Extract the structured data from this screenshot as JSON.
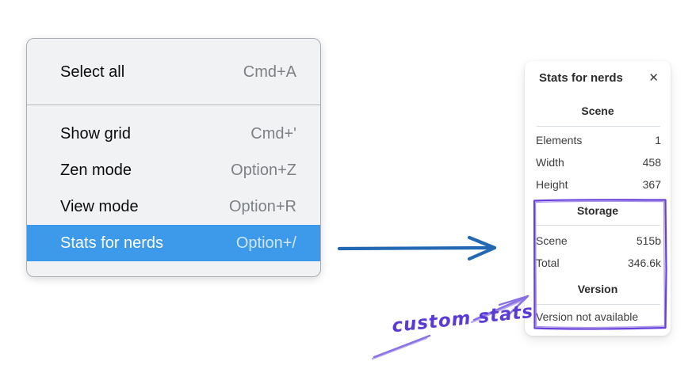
{
  "menu": {
    "sections": [
      {
        "items": [
          {
            "label": "Select all",
            "shortcut": "Cmd+A"
          }
        ]
      },
      {
        "items": [
          {
            "label": "Show grid",
            "shortcut": "Cmd+'"
          },
          {
            "label": "Zen mode",
            "shortcut": "Option+Z"
          },
          {
            "label": "View mode",
            "shortcut": "Option+R"
          },
          {
            "label": "Stats for nerds",
            "shortcut": "Option+/",
            "highlighted": true
          }
        ]
      }
    ],
    "highlight_color": "#3d99e9"
  },
  "stats_panel": {
    "title": "Stats for nerds",
    "close_icon": "✕",
    "sections": [
      {
        "header": "Scene",
        "rows": [
          {
            "label": "Elements",
            "value": "1"
          },
          {
            "label": "Width",
            "value": "458"
          },
          {
            "label": "Height",
            "value": "367"
          }
        ]
      },
      {
        "header": "Storage",
        "rows": [
          {
            "label": "Scene",
            "value": "515b"
          },
          {
            "label": "Total",
            "value": "346.6k"
          }
        ]
      },
      {
        "header": "Version",
        "note": "Version not available"
      }
    ]
  },
  "annotations": {
    "custom_stats_label": "custom stats",
    "label_color": "#5b3bd5",
    "sketch_box_color": "#6741d9",
    "sketch_arrow_color": "#8a72e3",
    "pointer_arrow_color": "#2268b2"
  }
}
